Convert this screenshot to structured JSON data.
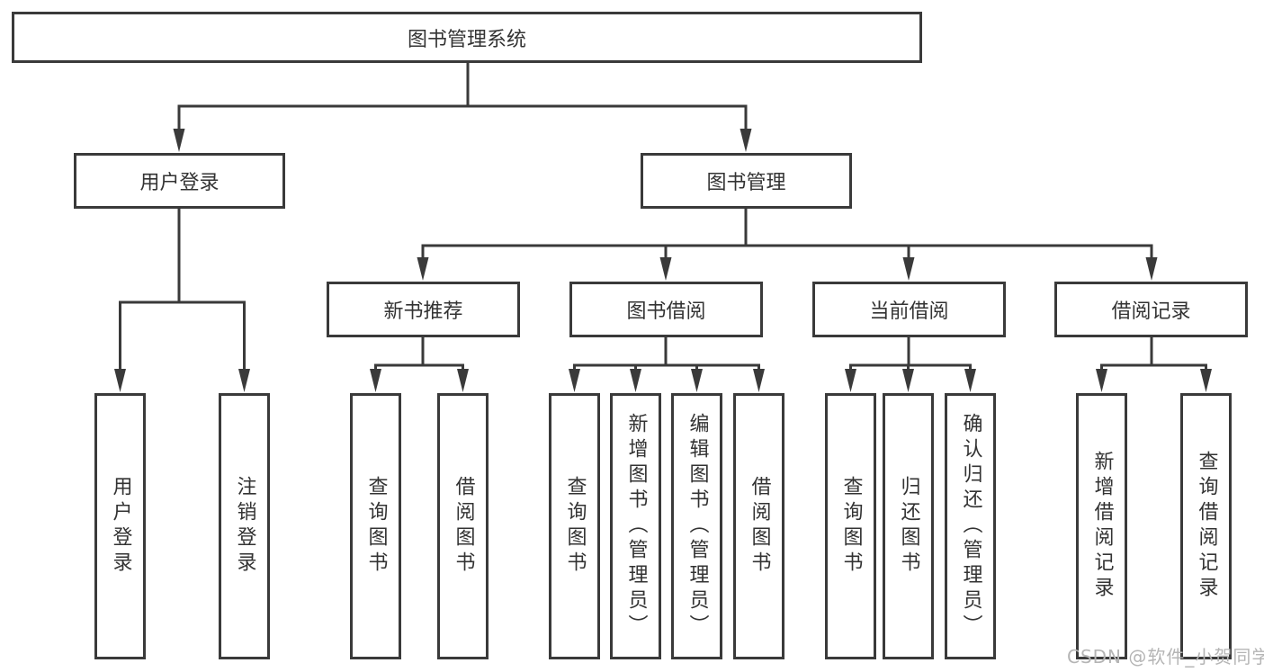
{
  "tree": {
    "label": "图书管理系统",
    "children": [
      {
        "label": "用户登录",
        "children": [
          {
            "label": "用户登录"
          },
          {
            "label": "注销登录"
          }
        ]
      },
      {
        "label": "图书管理",
        "children": [
          {
            "label": "新书推荐",
            "children": [
              {
                "label": "查询图书"
              },
              {
                "label": "借阅图书"
              }
            ]
          },
          {
            "label": "图书借阅",
            "children": [
              {
                "label": "查询图书"
              },
              {
                "label": "新增图书（管理员）"
              },
              {
                "label": "编辑图书（管理员）"
              },
              {
                "label": "借阅图书"
              }
            ]
          },
          {
            "label": "当前借阅",
            "children": [
              {
                "label": "查询图书"
              },
              {
                "label": "归还图书"
              },
              {
                "label": "确认归还（管理员）"
              }
            ]
          },
          {
            "label": "借阅记录",
            "children": [
              {
                "label": "新增借阅记录"
              },
              {
                "label": "查询借阅记录"
              }
            ]
          }
        ]
      }
    ]
  },
  "watermark": {
    "text": "CSDN @软件_小贺同学"
  },
  "colors": {
    "line": "#3a3a3a",
    "text": "#333333",
    "box_background": "#ffffff",
    "watermark": "#b5b5b5"
  }
}
